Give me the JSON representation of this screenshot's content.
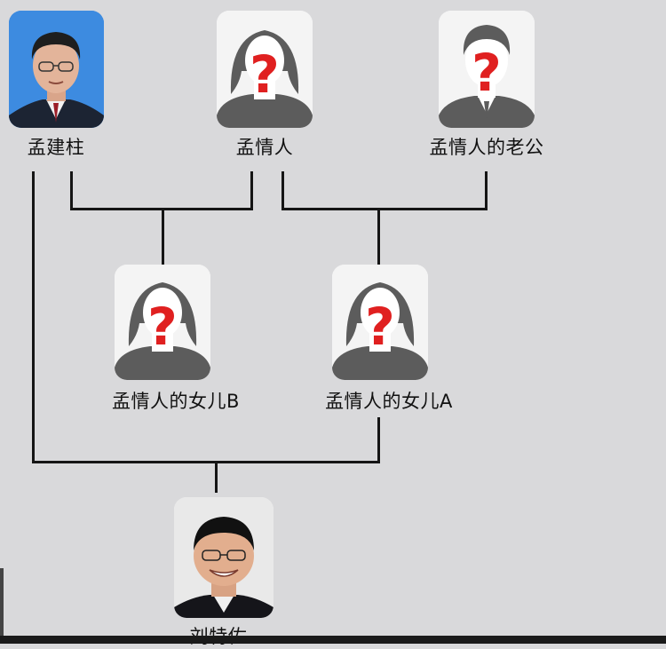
{
  "people": {
    "meng_jianzhu": {
      "name": "孟建柱",
      "avatar": "official-portrait"
    },
    "mistress": {
      "name": "孟情人",
      "avatar": "female-unknown-silhouette"
    },
    "mistress_husband": {
      "name": "孟情人的老公",
      "avatar": "male-unknown-silhouette"
    },
    "daughter_b": {
      "name": "孟情人的女儿B",
      "avatar": "female-unknown-silhouette"
    },
    "daughter_a": {
      "name": "孟情人的女儿A",
      "avatar": "female-unknown-silhouette"
    },
    "liu_tezuo": {
      "name": "刘特佐",
      "avatar": "man-portrait"
    }
  },
  "colors": {
    "background": "#d9d9db",
    "connector": "#151515",
    "question_mark": "#e02020",
    "silhouette": "#5c5c5c"
  }
}
